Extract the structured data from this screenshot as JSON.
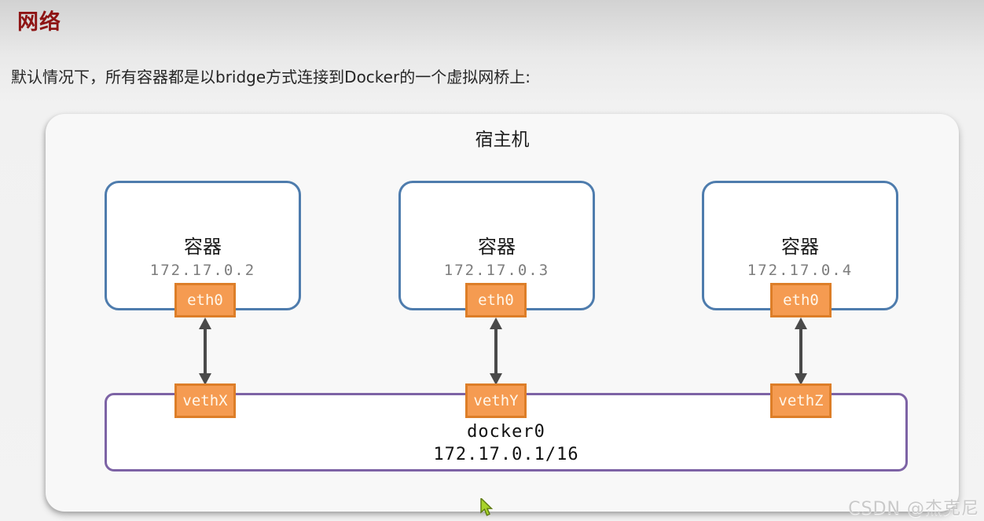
{
  "page": {
    "title": "网络",
    "subtitle": "默认情况下，所有容器都是以bridge方式连接到Docker的一个虚拟网桥上:"
  },
  "diagram": {
    "host_label": "宿主机",
    "containers": [
      {
        "label": "容器",
        "ip": "172.17.0.2",
        "interface": "eth0",
        "veth": "vethX"
      },
      {
        "label": "容器",
        "ip": "172.17.0.3",
        "interface": "eth0",
        "veth": "vethY"
      },
      {
        "label": "容器",
        "ip": "172.17.0.4",
        "interface": "eth0",
        "veth": "vethZ"
      }
    ],
    "bridge": {
      "name": "docker0",
      "cidr": "172.17.0.1/16"
    }
  },
  "watermark": "CSDN @杰克尼",
  "colors": {
    "title_red": "#8e1414",
    "container_border_blue": "#4e7cad",
    "interface_fill_orange": "#f59b51",
    "interface_border_orange": "#dd7e28",
    "bridge_border_purple": "#7d63a5",
    "arrow_gray": "#4a4a4a",
    "cursor_green": "#a8d32a"
  },
  "icons": {
    "arrow": "double-headed-vertical-arrow",
    "cursor": "mouse-pointer"
  }
}
